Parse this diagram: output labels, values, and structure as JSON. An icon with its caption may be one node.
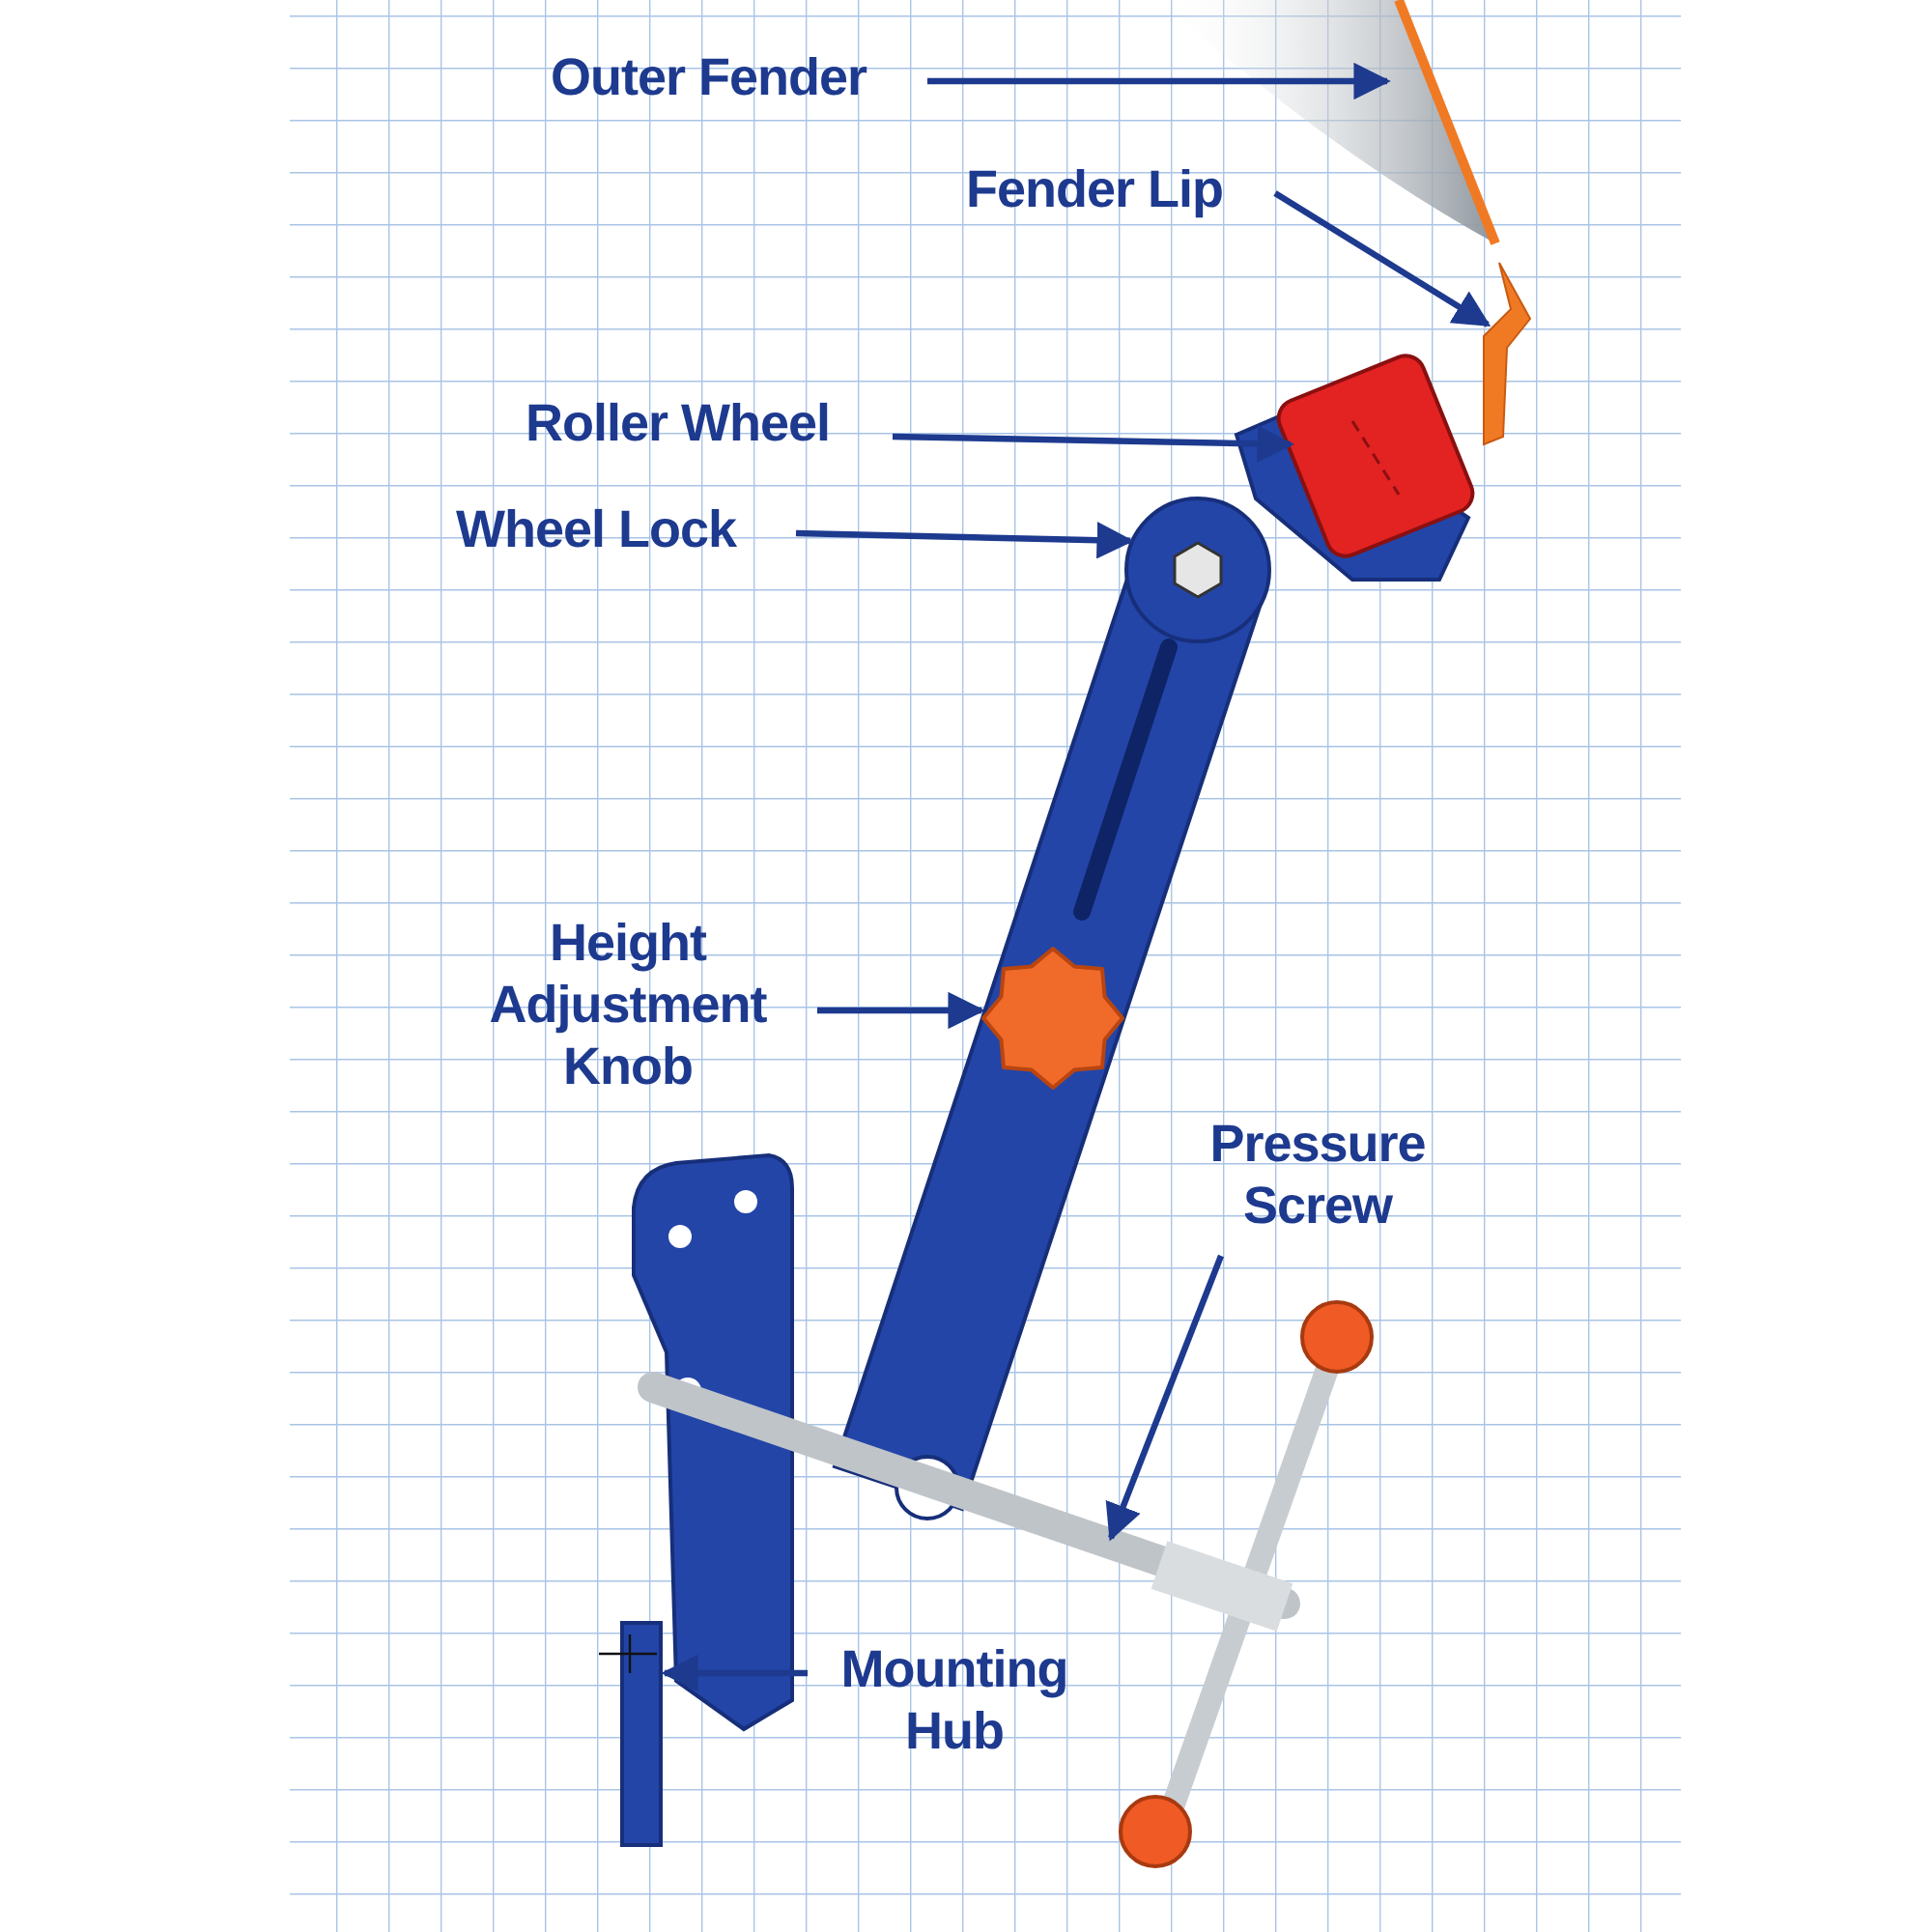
{
  "diagram": {
    "nodes": [
      {
        "text": [
          "Outer Fender"
        ]
      },
      {
        "text": [],
        "shape": "picture"
      },
      {
        "text": [
          "Fender Lip"
        ]
      },
      {
        "text": [],
        "shape": "picture"
      },
      {
        "text": [
          "Roller Wheel"
        ]
      },
      {
        "text": [],
        "shape": "picture"
      },
      {
        "text": [
          "Wheel Lock"
        ]
      },
      {
        "text": [],
        "shape": "picture"
      },
      {
        "text": [
          "Height Adjustment Knob"
        ]
      },
      {
        "text": [],
        "shape": "picture"
      },
      {
        "text": [
          "Pressure Screw"
        ]
      },
      {
        "text": [],
        "shape": "picture"
      },
      {
        "text": [
          "Mounting Hub"
        ]
      },
      {
        "text": [],
        "shape": "bar"
      }
    ],
    "edges": [
      {
        "from": 0,
        "to": 1,
        "arrow": "to"
      },
      {
        "from": 2,
        "to": 3,
        "arrow": "to"
      },
      {
        "from": 4,
        "to": 5,
        "arrow": "to"
      },
      {
        "from": 6,
        "to": 7,
        "arrow": "to"
      },
      {
        "from": 8,
        "to": 9,
        "arrow": "to"
      },
      {
        "from": 10,
        "to": 11,
        "arrow": "to"
      },
      {
        "from": 12,
        "to": 13,
        "arrow": "to"
      }
    ]
  }
}
